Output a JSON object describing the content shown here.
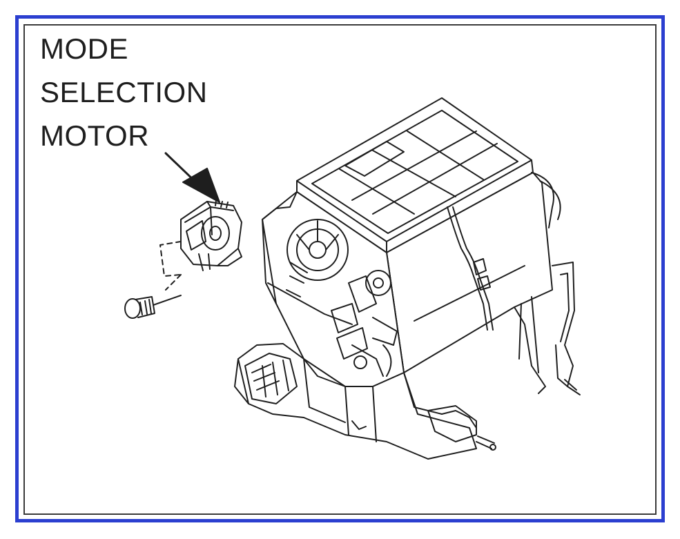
{
  "callout": {
    "lines": [
      "MODE",
      "SELECTION",
      "MOTOR"
    ]
  },
  "colors": {
    "frame_border": "#2b3fd0",
    "inner_border": "#3a3a3a",
    "line_art": "#1e1e1e",
    "background": "#ffffff"
  },
  "parts": {
    "callout_arrow": "arrow-pointer",
    "small_part": "mode-selection-motor",
    "fastener": "screw",
    "main_unit": "hvac-heater-blower-housing"
  }
}
